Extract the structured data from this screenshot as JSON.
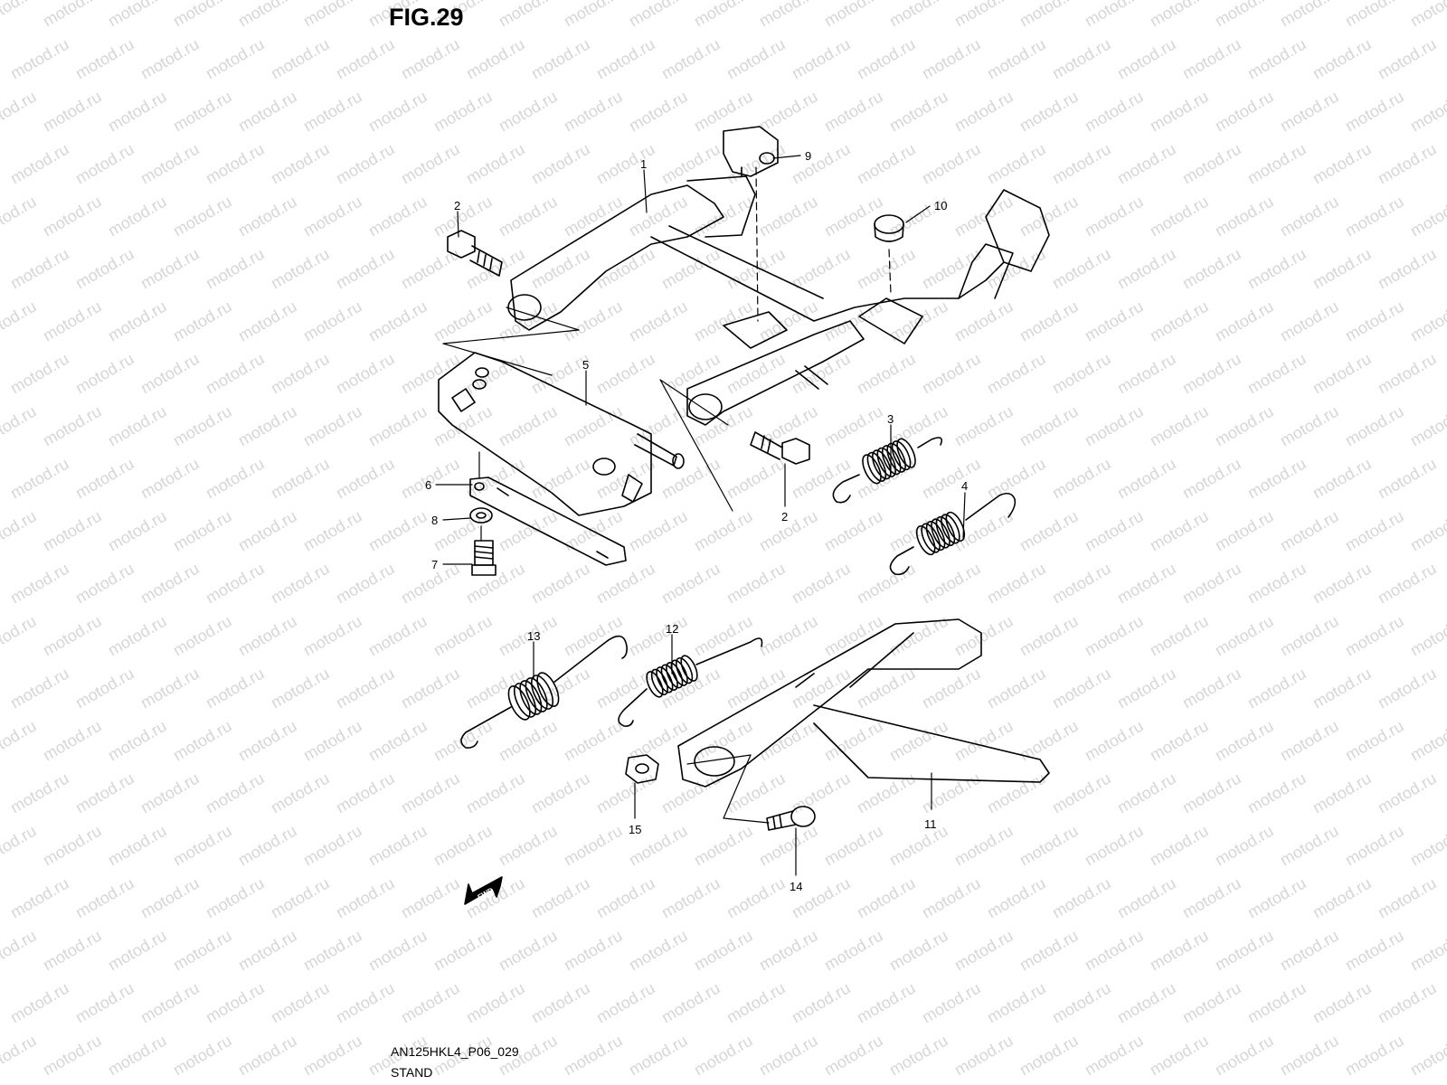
{
  "figure": {
    "title": "FIG.29",
    "code": "AN125HKL4_P06_029",
    "name": "STAND"
  },
  "watermark": "motod.ru",
  "fwd_label": "FWD",
  "callouts": [
    "1",
    "2",
    "2",
    "3",
    "4",
    "5",
    "6",
    "7",
    "8",
    "9",
    "10",
    "11",
    "12",
    "13",
    "14",
    "15"
  ],
  "colors": {
    "line": "#000000",
    "watermark": "#d6d6d6",
    "background": "#ffffff"
  }
}
